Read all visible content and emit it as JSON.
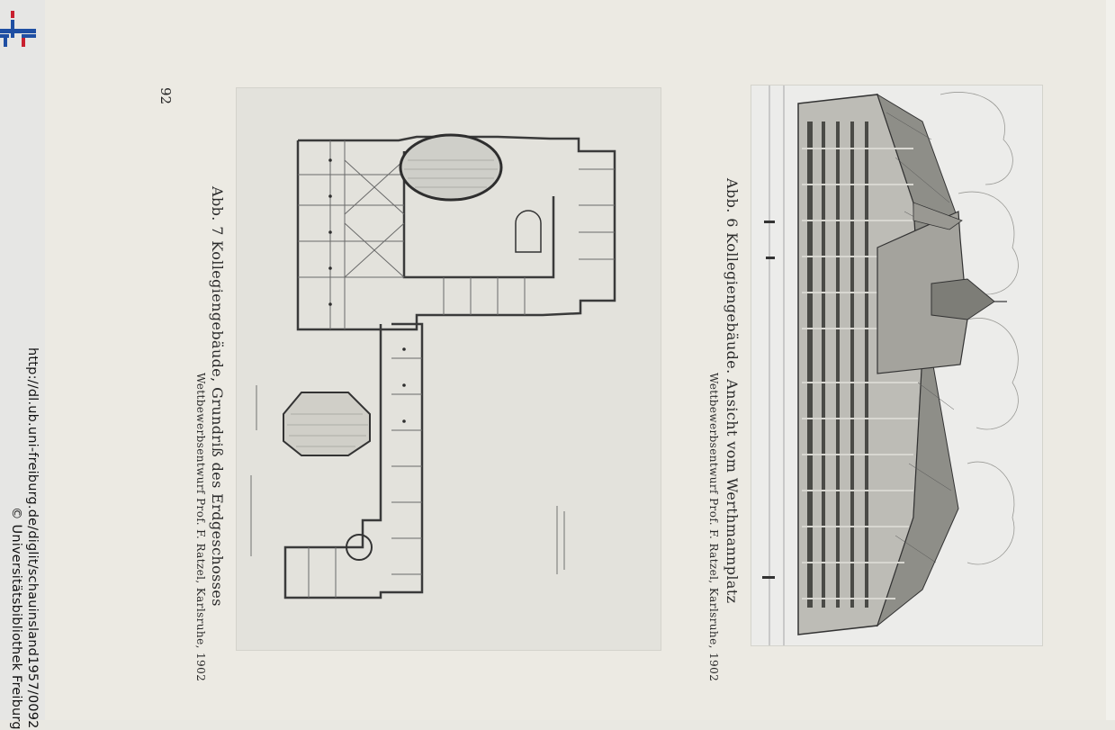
{
  "sidebar": {
    "url": "http://dl.ub.uni-freiburg.de/diglit/schauinsland1957/0092",
    "copyright": "© Universitätsbibliothek Freiburg"
  },
  "page": {
    "number": "92",
    "figure7": {
      "caption": "Abb. 7  Kollegiengebäude, Grundriß des Erdgeschosses",
      "credit": "Wettbewerbsentwurf Prof. F. Ratzel, Karlsruhe, 1902"
    },
    "figure6": {
      "caption": "Abb. 6  Kollegiengebäude. Ansicht vom Werthmannplatz",
      "credit": "Wettbewerbsentwurf Prof. F. Ratzel, Karlsruhe, 1902"
    }
  },
  "colors": {
    "logo_red": "#c8202f",
    "logo_blue": "#1f4fa3",
    "paper": "#eceae3",
    "ink": "#2a2a2a"
  }
}
